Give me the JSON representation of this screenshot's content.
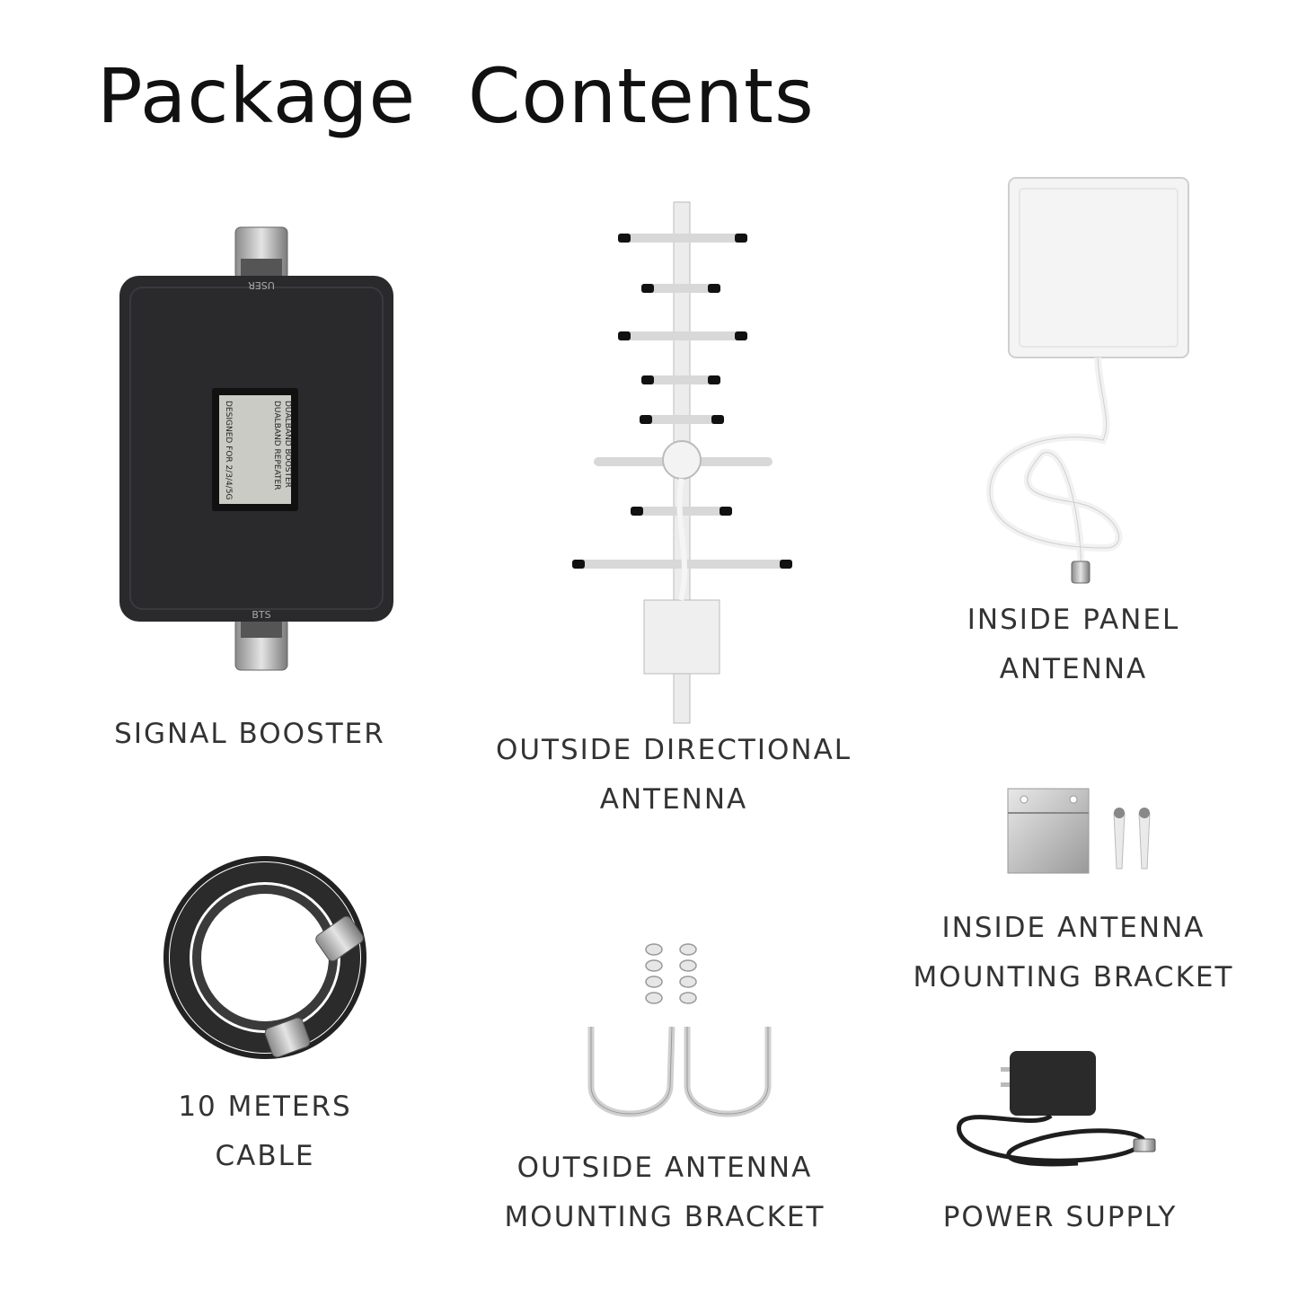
{
  "title": "Package  Contents",
  "items": {
    "signal_booster": {
      "lines": [
        "SIGNAL BOOSTER"
      ]
    },
    "outside_directional_antenna": {
      "lines": [
        "OUTSIDE DIRECTIONAL",
        "ANTENNA"
      ]
    },
    "inside_panel_antenna": {
      "lines": [
        "INSIDE PANEL",
        "ANTENNA"
      ]
    },
    "cable": {
      "lines": [
        "10 METERS",
        "CABLE"
      ]
    },
    "outside_bracket": {
      "lines": [
        "OUTSIDE ANTENNA",
        "MOUNTING BRACKET"
      ]
    },
    "inside_bracket": {
      "lines": [
        "INSIDE ANTENNA",
        "MOUNTING BRACKET"
      ]
    },
    "power_supply": {
      "lines": [
        "POWER SUPPLY"
      ]
    }
  },
  "booster": {
    "port_top": "USER",
    "port_bottom": "BTS",
    "screen_lines": [
      "DUALBAND BOOSTER",
      "DUALBAND REPEATER",
      "DESIGNED FOR 2/3/4/5G"
    ]
  }
}
